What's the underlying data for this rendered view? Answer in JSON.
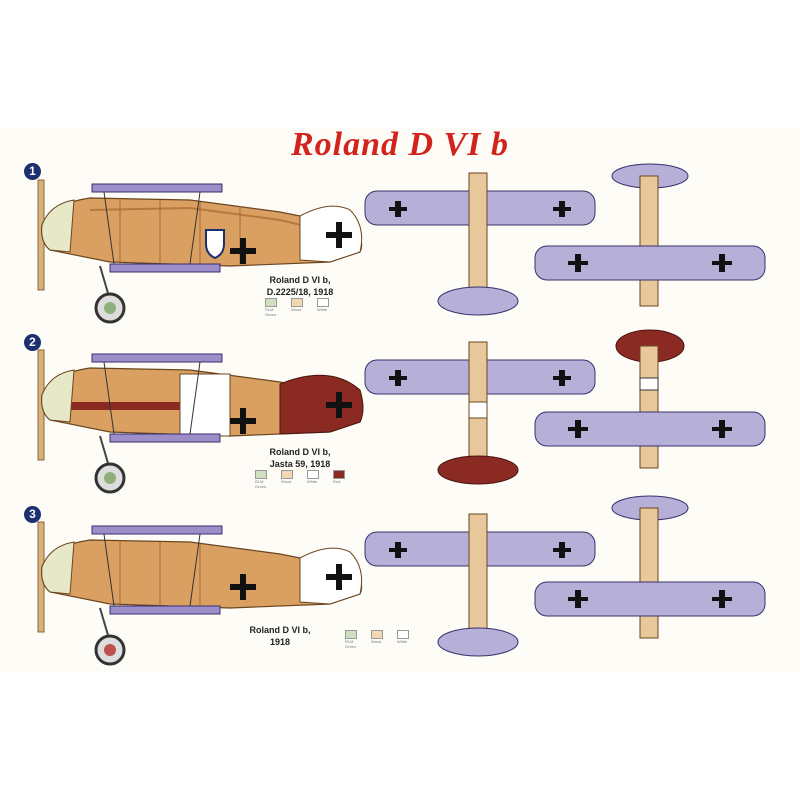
{
  "title": "Roland D VI b",
  "colors": {
    "title_red": "#d2231c",
    "badge_blue": "#1c2f6e",
    "wood": "#d9a062",
    "wood_dark": "#b8773c",
    "nose": "#e6e8c8",
    "lozenge_bg": "#b6b0d8",
    "tail_red": "#8b2a22"
  },
  "profiles": [
    {
      "number": "1",
      "caption_line1": "Roland D VI b,",
      "caption_line2": "D.2225/18, 1918",
      "marking": "national cross on fuselage and tail",
      "emblem": "white shield badge",
      "swatches": [
        {
          "label": "RLM Green",
          "color": "#cfe0c0"
        },
        {
          "label": "Wood",
          "color": "#f1d8b0"
        },
        {
          "label": "White",
          "color": "#ffffff"
        }
      ]
    },
    {
      "number": "2",
      "caption_line1": "Roland D VI b,",
      "caption_line2": "Jasta 59, 1918",
      "marking": "red tail with white fuselage band",
      "swatches": [
        {
          "label": "RLM Green",
          "color": "#cfe0c0"
        },
        {
          "label": "Wood",
          "color": "#f1d8b0"
        },
        {
          "label": "White",
          "color": "#ffffff"
        },
        {
          "label": "Red",
          "color": "#8b2a22"
        }
      ]
    },
    {
      "number": "3",
      "caption_line1": "Roland D VI b,",
      "caption_line2": "1918",
      "marking": "national cross on fuselage",
      "swatches": [
        {
          "label": "RLM Green",
          "color": "#cfe0c0"
        },
        {
          "label": "Wood",
          "color": "#f1d8b0"
        },
        {
          "label": "White",
          "color": "#ffffff"
        }
      ]
    }
  ]
}
